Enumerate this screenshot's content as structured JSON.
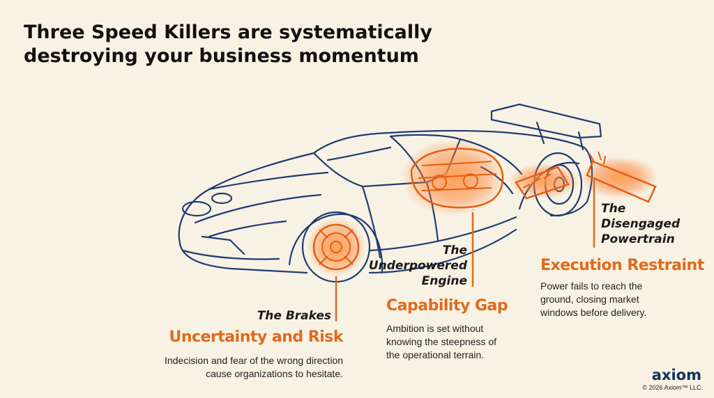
{
  "title": {
    "line1": "Three Speed Killers are systematically",
    "line2": "destroying your business momentum"
  },
  "killers": [
    {
      "part_name": "The Brakes",
      "heading": "Uncertainty and Risk",
      "desc_line1": "Indecision and fear of the wrong direction",
      "desc_line2": "cause organizations to hesitate."
    },
    {
      "part_name_line1": "The",
      "part_name_line2": "Underpowered",
      "part_name_line3": "Engine",
      "heading": "Capability Gap",
      "desc_line1": "Ambition is set without",
      "desc_line2": "knowing the steepness of",
      "desc_line3": "the operational terrain."
    },
    {
      "part_name_line1": "The",
      "part_name_line2": "Disengaged",
      "part_name_line3": "Powertrain",
      "heading": "Execution Restraint",
      "desc_line1": "Power fails to reach the",
      "desc_line2": "ground, closing market",
      "desc_line3": "windows before delivery."
    }
  ],
  "brand": {
    "logo": "axiom",
    "copyright": "© 2026 Axiom™ LLC."
  },
  "colors": {
    "background": "#f7f2e3",
    "accent": "#e06a1c",
    "sketch": "#1f3b73"
  }
}
